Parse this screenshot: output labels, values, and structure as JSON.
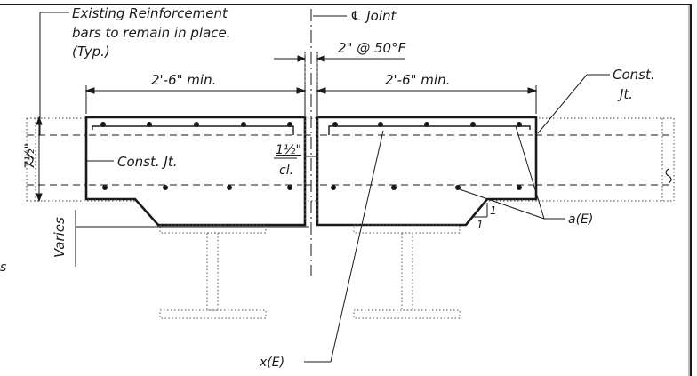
{
  "labels": {
    "existing_reinf_1": "Existing Reinforcement",
    "existing_reinf_2": "bars to remain in place.",
    "existing_reinf_3": "(Typ.)",
    "joint": "℄ Joint",
    "gap": "2\" @ 50°F",
    "dim_left": "2'-6\" min.",
    "dim_right": "2'-6\" min.",
    "const_jt_right_1": "Const.",
    "const_jt_right_2": "Jt.",
    "const_jt_left": "Const. Jt.",
    "cover_num": "1½\"",
    "cover_unit": "cl.",
    "depth": "7½\"",
    "varies": "Varies",
    "bar_a": "a(E)",
    "bar_x": "x(E)",
    "slope_v": "1",
    "slope_h": "1",
    "edge_mark": "s"
  },
  "colors": {
    "ink": "#1a1a1a",
    "hatch": "#444444"
  }
}
